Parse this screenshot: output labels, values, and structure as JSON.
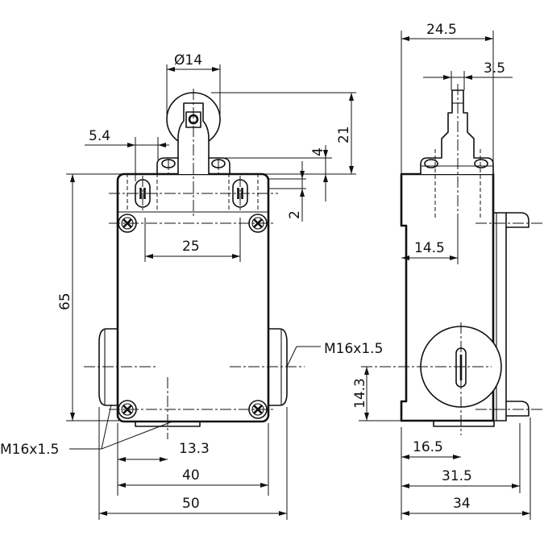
{
  "front_view": {
    "roller_diameter": "Ø14",
    "roller_height": "21",
    "slot_offset": "5.4",
    "slot_height": "4",
    "screw_offset": "2",
    "hole_spacing": "25",
    "body_height": "65",
    "gland_right": "M16x1.5",
    "gland_left": "M16x1.5",
    "gland_offset": "13.3",
    "mount_spacing": "40",
    "overall_width": "50"
  },
  "side_view": {
    "top_width": "24.5",
    "plunger_width": "3.5",
    "plunger_offset": "14.5",
    "gland_height": "14.3",
    "gland_offset": "16.5",
    "body_depth": "31.5",
    "overall_depth": "34"
  }
}
